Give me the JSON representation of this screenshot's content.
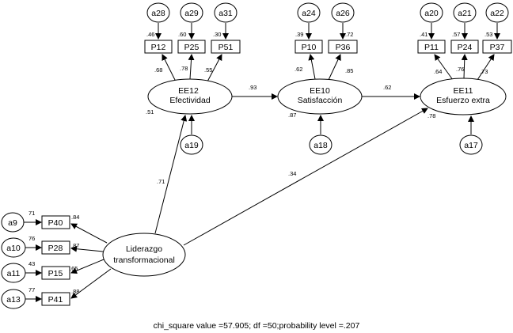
{
  "footer": "chi_square value =57.905; df =50;probability level =.207",
  "errors": {
    "a28": "a28",
    "a29": "a29",
    "a31": "a31",
    "a24": "a24",
    "a26": "a26",
    "a20": "a20",
    "a21": "a21",
    "a22": "a22",
    "a19": "a19",
    "a18": "a18",
    "a17": "a17",
    "a9": "a9",
    "a10": "a10",
    "a11": "a11",
    "a13": "a13"
  },
  "indicators": {
    "P12": "P12",
    "P25": "P25",
    "P51": "P51",
    "P10": "P10",
    "P36": "P36",
    "P11": "P11",
    "P24": "P24",
    "P37": "P37",
    "P40": "P40",
    "P28": "P28",
    "P15": "P15",
    "P41": "P41"
  },
  "latents": {
    "ee12": [
      "EE12",
      "Efectividad"
    ],
    "ee10": [
      "EE10",
      "Satisfacción"
    ],
    "ee11": [
      "EE11",
      "Esfuerzo extra"
    ],
    "lt": [
      "Liderazgo",
      "transformacional"
    ]
  },
  "r2": {
    "P12": ".46",
    "P25": ".60",
    "P51": ".30",
    "P10": ".39",
    "P36": ".72",
    "P11": ".41",
    "P24": ".57",
    "P37": ".53",
    "P40": "71",
    "P28": "76",
    "P15": "43",
    "P41": "77",
    "ee12": ".51",
    "ee10": ".87",
    "ee11": ".78"
  },
  "loadings": {
    "P12": ".68",
    "P25": ".78",
    "P51": ".55",
    "P10": ".62",
    "P36": ".85",
    "P11": ".64",
    "P24": ".76",
    "P37": ".73",
    "P40": ".84",
    "P28": ".87",
    "P15": ".65",
    "P41": ".88"
  },
  "paths": {
    "ee12_ee10": ".93",
    "ee10_ee11": ".62",
    "lt_ee12": ".71",
    "lt_ee11": ".34"
  }
}
